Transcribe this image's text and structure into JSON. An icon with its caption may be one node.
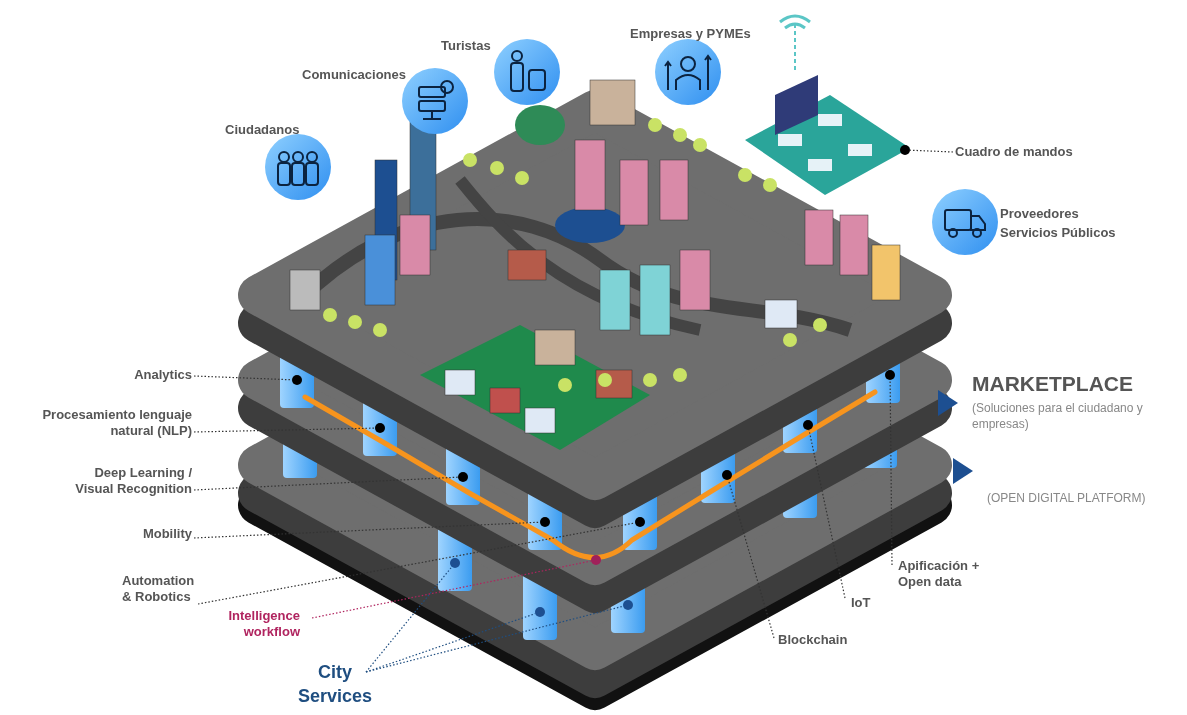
{
  "diagram": {
    "nodes": [
      {
        "text": [
          "Cuadro de mandos"
        ]
      },
      {
        "text": [],
        "shape": "picture"
      },
      {
        "text": [
          "Analytics"
        ]
      },
      {
        "text": [],
        "shape": "circle"
      },
      {
        "text": [
          "Procesamiento lenguaje natural (NLP)"
        ]
      },
      {
        "text": [],
        "shape": "circle"
      },
      {
        "text": [
          "Deep Learning / Visual Recognition"
        ]
      },
      {
        "text": [],
        "shape": "circle"
      },
      {
        "text": [
          "Mobility"
        ]
      },
      {
        "text": [],
        "shape": "circle"
      },
      {
        "text": [
          "Automation & Robotics"
        ]
      },
      {
        "text": [],
        "shape": "circle"
      },
      {
        "text": [
          "Intelligence workflow"
        ]
      },
      {
        "text": [],
        "shape": "circle"
      },
      {
        "text": [
          "City Services"
        ]
      },
      {
        "text": [],
        "shape": "circle"
      },
      {
        "text": [],
        "shape": "circle"
      },
      {
        "text": [],
        "shape": "circle"
      },
      {
        "text": [
          "Blockchain"
        ]
      },
      {
        "text": [],
        "shape": "circle"
      },
      {
        "text": [
          "IoT"
        ]
      },
      {
        "text": [],
        "shape": "circle"
      },
      {
        "text": [
          "Apificación + Open data"
        ]
      },
      {
        "text": [],
        "shape": "circle"
      }
    ],
    "edges": [
      {
        "from": 0,
        "to": 1,
        "arrow": "none"
      },
      {
        "from": 2,
        "to": 3,
        "arrow": "none"
      },
      {
        "from": 4,
        "to": 5,
        "arrow": "none"
      },
      {
        "from": 6,
        "to": 7,
        "arrow": "none"
      },
      {
        "from": 8,
        "to": 9,
        "arrow": "none"
      },
      {
        "from": 10,
        "to": 11,
        "arrow": "none"
      },
      {
        "from": 12,
        "to": 13,
        "arrow": "none",
        "color": "#b0245f"
      },
      {
        "from": 14,
        "to": 15,
        "arrow": "none",
        "color": "#1f4e80"
      },
      {
        "from": 14,
        "to": 16,
        "arrow": "none",
        "color": "#1f4e80"
      },
      {
        "from": 14,
        "to": 17,
        "arrow": "none",
        "color": "#1f4e80"
      },
      {
        "from": 18,
        "to": 19,
        "arrow": "none"
      },
      {
        "from": 20,
        "to": 21,
        "arrow": "none"
      },
      {
        "from": 22,
        "to": 23,
        "arrow": "none"
      }
    ],
    "labels": [
      "Empresas y PYMEs",
      "Turistas",
      "Comunicaciones",
      "Ciudadanos",
      "Proveedores Servicios Públicos",
      "MARKETPLACE",
      "(Soluciones para el ciudadano y empresas)",
      "(OPEN DIGITAL PLATFORM)"
    ]
  }
}
